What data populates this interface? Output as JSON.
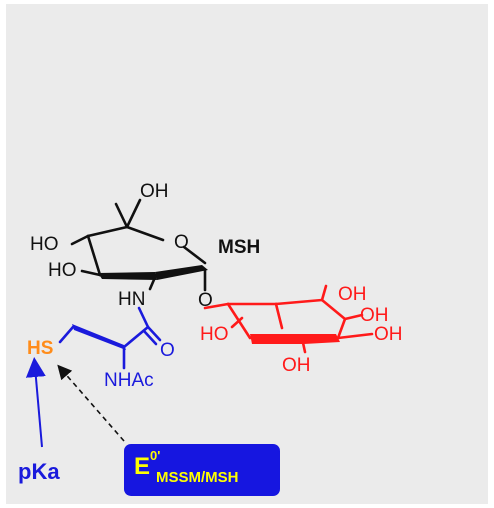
{
  "molecule": {
    "name": "MSH",
    "glucosamine": {
      "oh_top": "OH",
      "ho_left": "HO",
      "ho_lower": "HO",
      "ring_o": "O",
      "nh": "HN",
      "glycosidic_o": "O"
    },
    "cysteine": {
      "thiol": "HS",
      "carbonyl_o": "O",
      "nhac": "NHAc"
    },
    "inositol": {
      "ho_left": "HO",
      "oh_1": "OH",
      "oh_2": "OH",
      "oh_3": "OH",
      "oh_4": "OH"
    }
  },
  "annotations": {
    "pka": "pKa",
    "redox_main": "E",
    "redox_sup": "0'",
    "redox_sub": "MSSM/MSH"
  },
  "colors": {
    "glucosamine": "#111111",
    "cysteine": "#1a1adc",
    "thiol": "#ff8c1a",
    "inositol": "#ff1a1a",
    "redox_box": "#1616e0",
    "redox_text": "#ffff00",
    "panel": "#ebebeb"
  }
}
